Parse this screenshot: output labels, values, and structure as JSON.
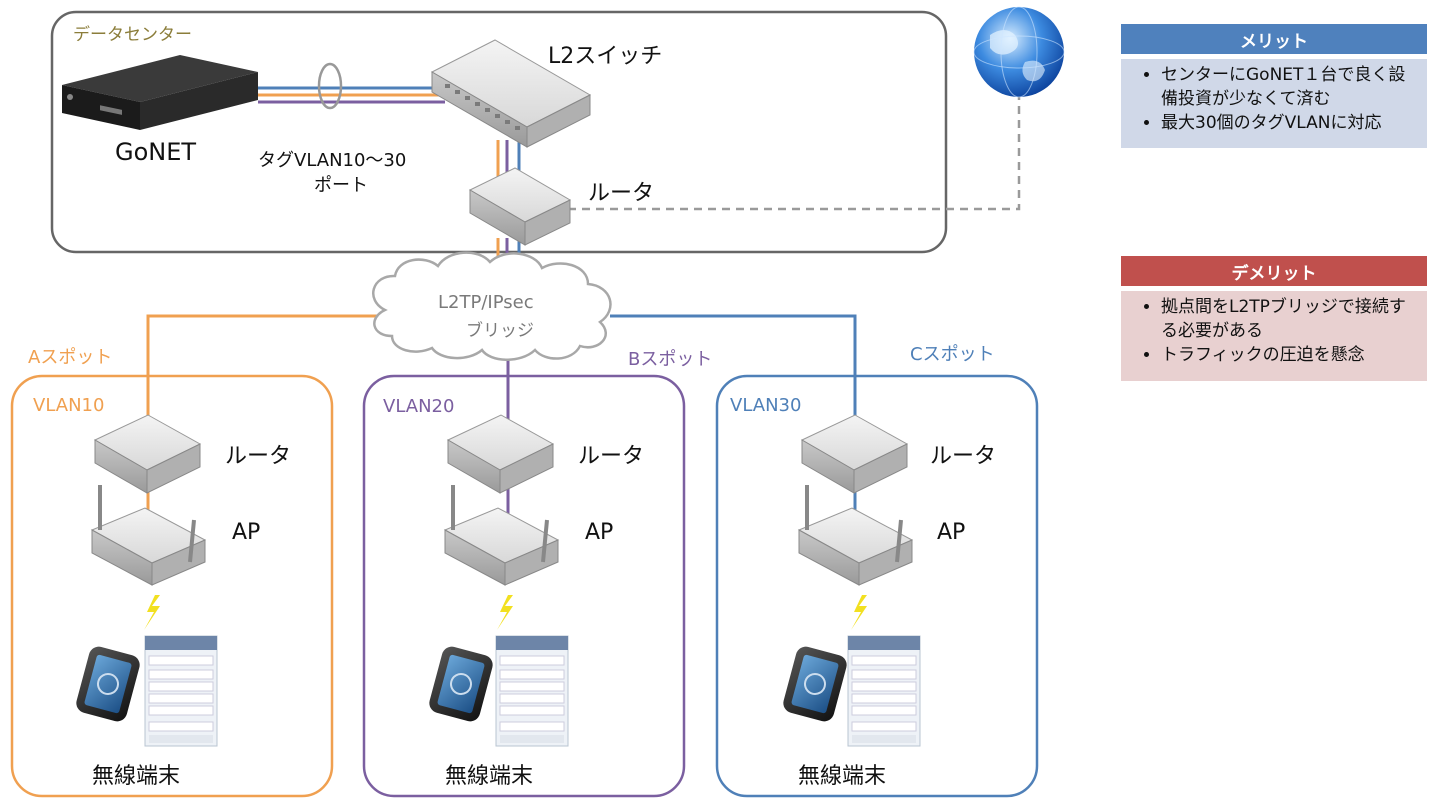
{
  "datacenter": {
    "label": "データセンター",
    "gonet_label": "GoNET",
    "switch_label": "L2スイッチ",
    "router_label": "ルータ",
    "tag_vlan_label_1": "タグVLAN10～30",
    "tag_vlan_label_2": "ポート"
  },
  "cloud": {
    "line1": "L2TP/IPsec",
    "line2": "ブリッジ"
  },
  "spots": [
    {
      "name": "Aスポット",
      "vlan": "VLAN10",
      "router_label": "ルータ",
      "ap_label": "AP",
      "terminal_label": "無線端末",
      "color": "#F0A050"
    },
    {
      "name": "Bスポット",
      "vlan": "VLAN20",
      "router_label": "ルータ",
      "ap_label": "AP",
      "terminal_label": "無線端末",
      "color": "#7B5FA0"
    },
    {
      "name": "Cスポット",
      "vlan": "VLAN30",
      "router_label": "ルータ",
      "ap_label": "AP",
      "terminal_label": "無線端末",
      "color": "#4F80B8"
    }
  ],
  "merit": {
    "title": "メリット",
    "items": [
      "センターにGoNET１台で良く設備投資が少なくて済む",
      "最大30個のタグVLANに対応"
    ],
    "header_color": "#4F81BD",
    "body_color": "#D0D8E8"
  },
  "demerit": {
    "title": "デメリット",
    "items": [
      "拠点間をL2TPブリッジで接続する必要がある",
      "トラフィックの圧迫を懸念"
    ],
    "header_color": "#C0504D",
    "body_color": "#E8D0D0"
  }
}
